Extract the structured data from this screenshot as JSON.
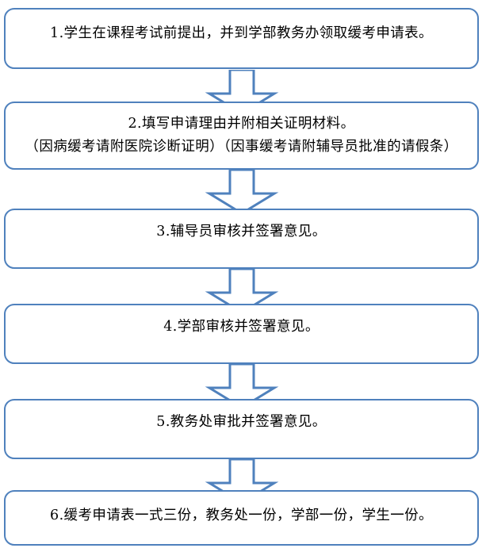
{
  "document": {
    "title": "缓考申请流程图",
    "language": "zh-CN",
    "orientation": "vertical-top-to-bottom"
  },
  "theme": {
    "box_border_color": "#4F81BD",
    "box_fill_color": "#FFFFFF",
    "arrow_color": "#4F81BD",
    "arrow_fill_color": "#FFFFFF",
    "text_color": "#000000",
    "page_background": "#FFFFFF"
  },
  "flowchart": {
    "type": "process-flow",
    "node_count": 6,
    "connector_count": 5,
    "nodes": [
      {
        "id": "step-1",
        "step": "1",
        "shape": "rounded-rectangle",
        "lines": [
          "1.学生在课程考试前提出，并到学部教务办领取缓考申请表。"
        ]
      },
      {
        "id": "step-2",
        "step": "2",
        "shape": "rounded-rectangle",
        "lines": [
          "2.填写申请理由并附相关证明材料。",
          "（因病缓考请附医院诊断证明）（因事缓考请附辅导员批准的请假条）"
        ]
      },
      {
        "id": "step-3",
        "step": "3",
        "shape": "rounded-rectangle",
        "lines": [
          "3.辅导员审核并签署意见。"
        ]
      },
      {
        "id": "step-4",
        "step": "4",
        "shape": "rounded-rectangle",
        "lines": [
          "4.学部审核并签署意见。"
        ]
      },
      {
        "id": "step-5",
        "step": "5",
        "shape": "rounded-rectangle",
        "lines": [
          "5.教务处审批并签署意见。"
        ]
      },
      {
        "id": "step-6",
        "step": "6",
        "shape": "rounded-rectangle",
        "lines": [
          "6.缓考申请表一式三份，教务处一份，学部一份，学生一份。"
        ]
      }
    ],
    "connectors": [
      {
        "id": "connector-1",
        "icon": "down-arrow-icon",
        "from": "step-1",
        "to": "step-2"
      },
      {
        "id": "connector-2",
        "icon": "down-arrow-icon",
        "from": "step-2",
        "to": "step-3"
      },
      {
        "id": "connector-3",
        "icon": "down-arrow-icon",
        "from": "step-3",
        "to": "step-4"
      },
      {
        "id": "connector-4",
        "icon": "down-arrow-icon",
        "from": "step-4",
        "to": "step-5"
      },
      {
        "id": "connector-5",
        "icon": "down-arrow-icon",
        "from": "step-5",
        "to": "step-6"
      }
    ]
  }
}
